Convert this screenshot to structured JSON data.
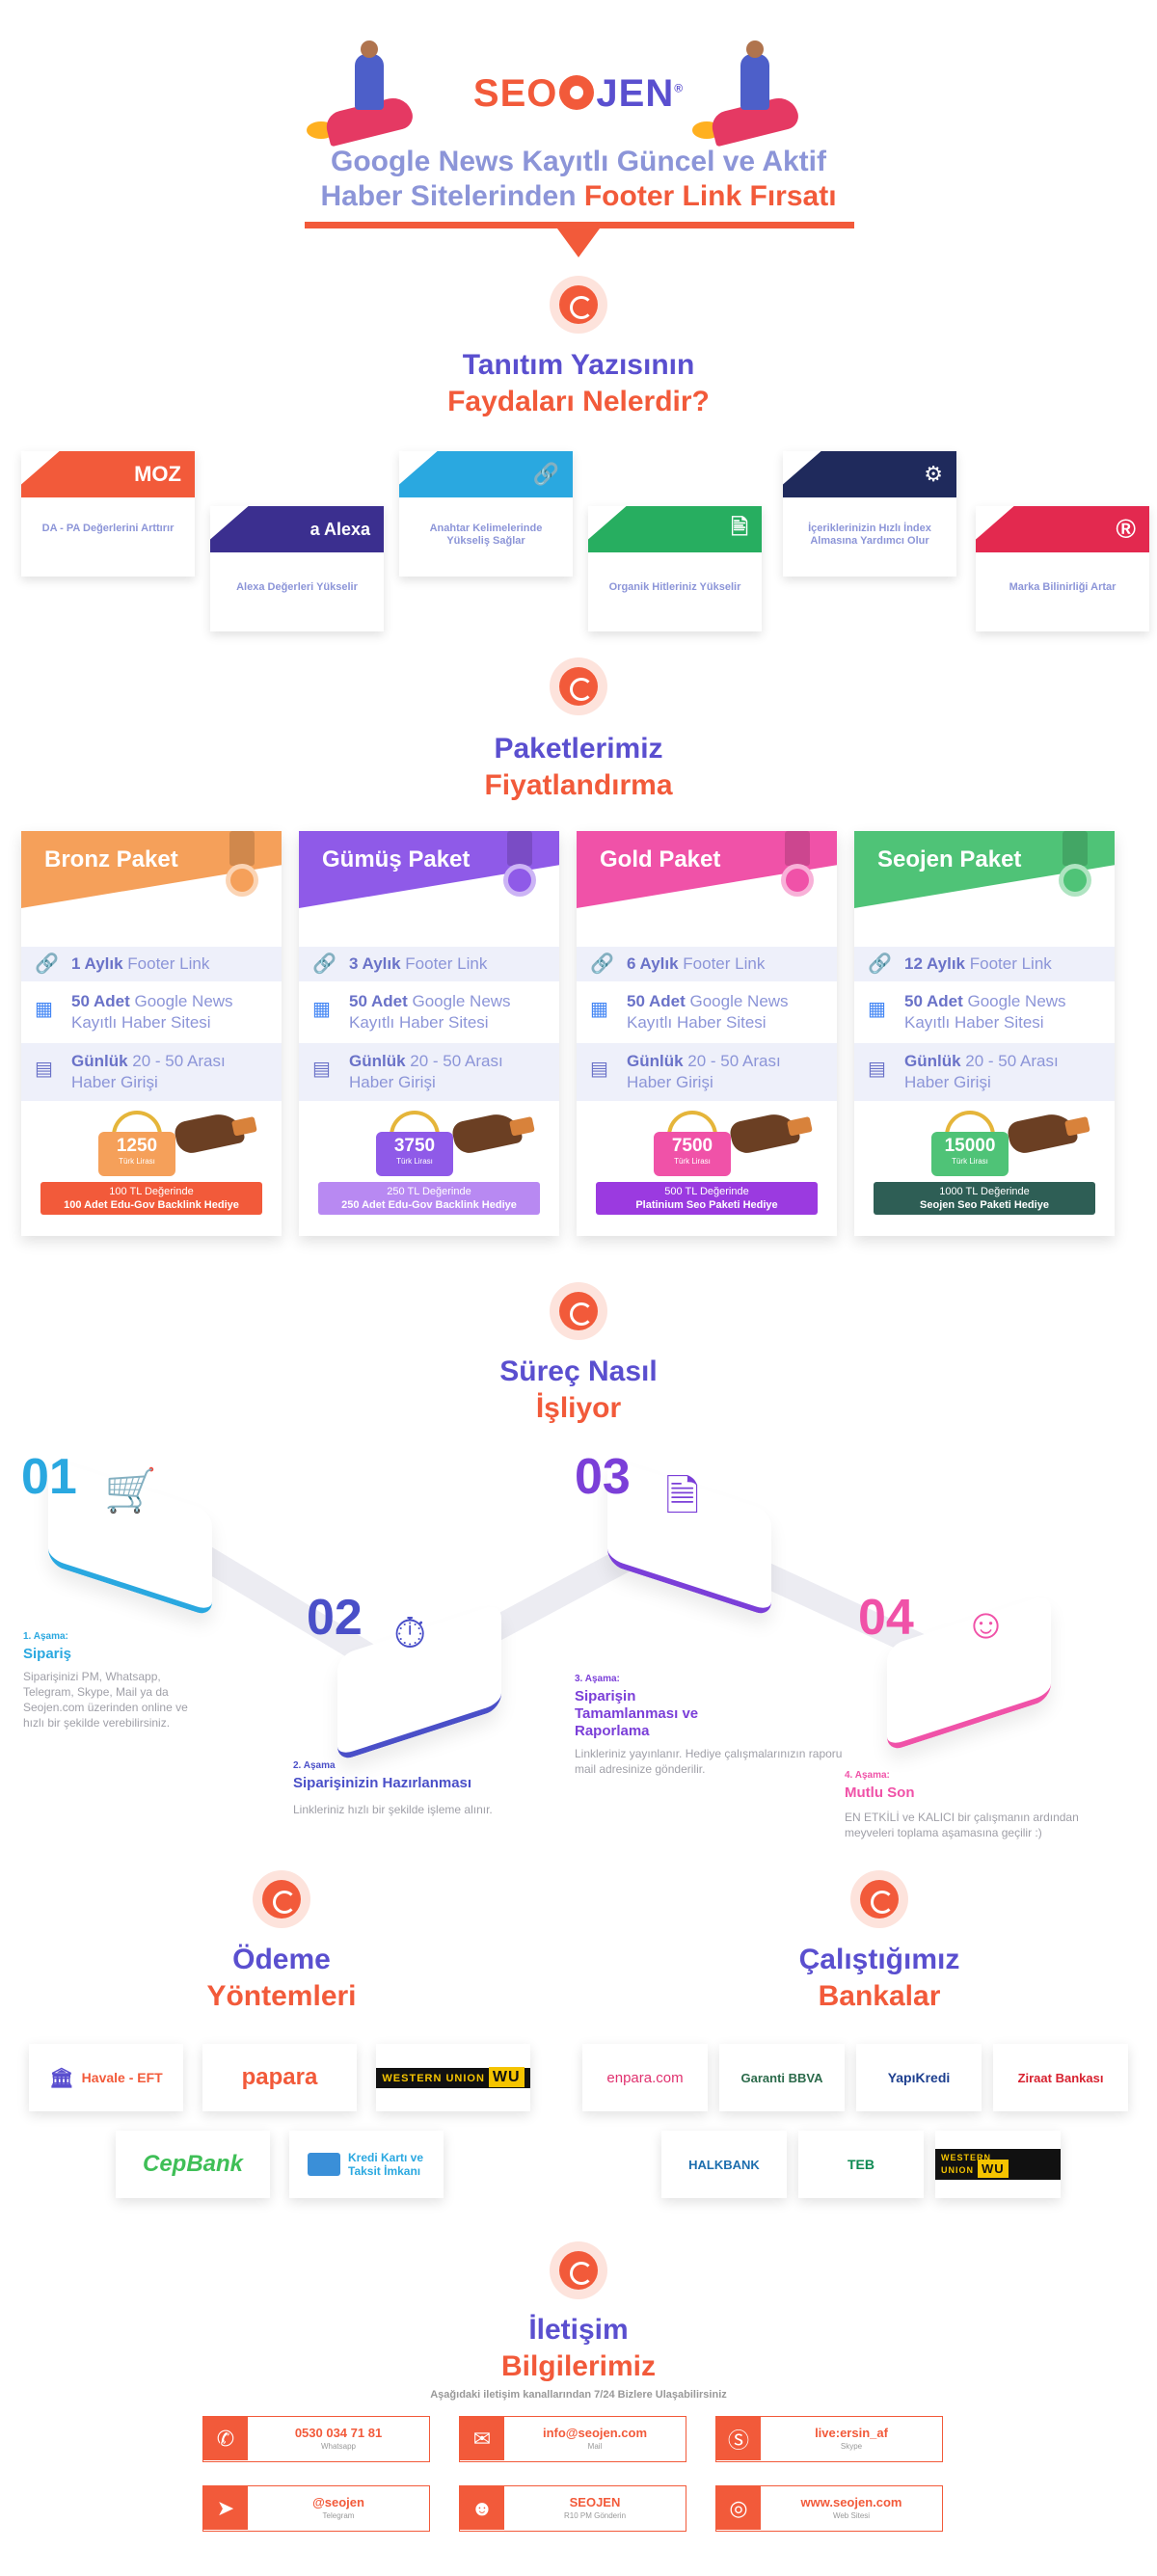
{
  "header": {
    "logo_left": "SEO",
    "logo_right": "JEN",
    "logo_mark": "®",
    "headline_line1": "Google News Kayıtlı Güncel ve Aktif",
    "headline_line2a": "Haber Sitelerinden ",
    "headline_line2b": "Footer Link Fırsatı"
  },
  "benefits": {
    "title_line1": "Tanıtım Yazısının",
    "title_line2": "Faydaları Nelerdir?",
    "cards": [
      {
        "logo": "MOZ",
        "text": "DA - PA Değerlerini Arttırır",
        "color": "#f25a3a"
      },
      {
        "logo": "a Alexa",
        "text": "Alexa Değerleri Yükselir",
        "color": "#3b2f8f"
      },
      {
        "logo": "🔗",
        "text": "Anahtar Kelimelerinde Yükseliş Sağlar",
        "color": "#2aa8e0"
      },
      {
        "logo": "🖹",
        "text": "Organik Hitleriniz Yükselir",
        "color": "#27ae60"
      },
      {
        "logo": "⚙",
        "text": "İçeriklerinizin Hızlı İndex Almasına Yardımcı Olur",
        "color": "#1f2a5c"
      },
      {
        "logo": "®",
        "text": "Marka Bilinirliği Artar",
        "color": "#e3294f"
      }
    ]
  },
  "packages": {
    "title_line1": "Paketlerimiz",
    "title_line2": "Fiyatlandırma",
    "currency": "Türk Lirası",
    "items": [
      {
        "name": "Bronz Paket",
        "duration_bold": "1 Aylık",
        "duration_rest": " Footer Link",
        "sites_bold": "50 Adet",
        "sites_rest": " Google News Kayıtlı Haber Sitesi",
        "daily_bold": "Günlük",
        "daily_rest": " 20 - 50 Arası Haber Girişi",
        "price": "1250",
        "gift_line1": "100 TL Değerinde",
        "gift_line2": "100 Adet Edu-Gov Backlink Hediye",
        "color": "#f5a05a",
        "gift_color": "#f25a3a"
      },
      {
        "name": "Gümüş Paket",
        "duration_bold": "3 Aylık",
        "duration_rest": " Footer Link",
        "sites_bold": "50 Adet",
        "sites_rest": " Google News Kayıtlı Haber Sitesi",
        "daily_bold": "Günlük",
        "daily_rest": " 20 - 50 Arası Haber Girişi",
        "price": "3750",
        "gift_line1": "250 TL Değerinde",
        "gift_line2": "250 Adet Edu-Gov Backlink Hediye",
        "color": "#8f5ae8",
        "gift_color": "#b889f2"
      },
      {
        "name": "Gold Paket",
        "duration_bold": "6 Aylık",
        "duration_rest": " Footer Link",
        "sites_bold": "50 Adet",
        "sites_rest": " Google News Kayıtlı Haber Sitesi",
        "daily_bold": "Günlük",
        "daily_rest": " 20 - 50 Arası Haber Girişi",
        "price": "7500",
        "gift_line1": "500 TL Değerinde",
        "gift_line2": "Platinium Seo Paketi Hediye",
        "color": "#f052a8",
        "gift_color": "#9b3ae0"
      },
      {
        "name": "Seojen Paket",
        "duration_bold": "12 Aylık",
        "duration_rest": " Footer Link",
        "sites_bold": "50 Adet",
        "sites_rest": " Google News Kayıtlı Haber Sitesi",
        "daily_bold": "Günlük",
        "daily_rest": " 20 - 50 Arası Haber Girişi",
        "price": "15000",
        "gift_line1": "1000 TL Değerinde",
        "gift_line2": "Seojen Seo Paketi Hediye",
        "color": "#4fc377",
        "gift_color": "#2e5e55"
      }
    ]
  },
  "process": {
    "title_line1": "Süreç Nasıl",
    "title_line2": "İşliyor",
    "steps": [
      {
        "num": "01",
        "label": "1. Aşama:",
        "title": "Sipariş",
        "desc": "Siparişinizi PM, Whatsapp, Telegram, Skype, Mail ya da Seojen.com üzerinden online ve hızlı bir şekilde verebilirsiniz.",
        "color": "#2aa8e0"
      },
      {
        "num": "02",
        "label": "2. Aşama",
        "title": "Siparişinizin Hazırlanması",
        "desc": "Linkleriniz hızlı bir şekilde işleme alınır.",
        "color": "#4a4fc8"
      },
      {
        "num": "03",
        "label": "3. Aşama:",
        "title": "Siparişin Tamamlanması ve Raporlama",
        "desc": "Linkleriniz yayınlanır. Hediye çalışmalarınızın raporu mail adresinize gönderilir.",
        "color": "#7b3fd8"
      },
      {
        "num": "04",
        "label": "4. Aşama:",
        "title": "Mutlu Son",
        "desc": "EN ETKİLİ ve KALICI bir çalışmanın ardından meyveleri toplama aşamasına geçilir :)",
        "color": "#f052a8"
      }
    ]
  },
  "payments": {
    "title_line1": "Ödeme",
    "title_line2": "Yöntemleri",
    "items": [
      "Havale - EFT",
      "papara",
      "WESTERN UNION",
      "CepBank",
      "Kredi Kartı ve Taksit İmkanı"
    ]
  },
  "banks": {
    "title_line1": "Çalıştığımız",
    "title_line2": "Bankalar",
    "items": [
      "enpara.com",
      "Garanti BBVA",
      "YapıKredi",
      "Ziraat Bankası",
      "HALKBANK",
      "TEB",
      "WESTERN UNION"
    ]
  },
  "contact": {
    "title_line1": "İletişim",
    "title_line2": "Bilgilerimiz",
    "subtitle": "Aşağıdaki iletişim kanallarından 7/24 Bizlere Ulaşabilirsiniz",
    "items": [
      {
        "value": "0530 034 71 81",
        "label": "Whatsapp",
        "icon": "phone-icon"
      },
      {
        "value": "info@seojen.com",
        "label": "Mail",
        "icon": "mail-icon"
      },
      {
        "value": "live:ersin_af",
        "label": "Skype",
        "icon": "skype-icon"
      },
      {
        "value": "@seojen",
        "label": "Telegram",
        "icon": "telegram-icon"
      },
      {
        "value": "SEOJEN",
        "label": "R10 PM Gönderin",
        "icon": "r10-icon"
      },
      {
        "value": "www.seojen.com",
        "label": "Web Sitesi",
        "icon": "web-icon"
      }
    ]
  },
  "colors": {
    "accent": "#f25a3a",
    "brand": "#5a4fcf",
    "muted": "#8c95d8"
  }
}
